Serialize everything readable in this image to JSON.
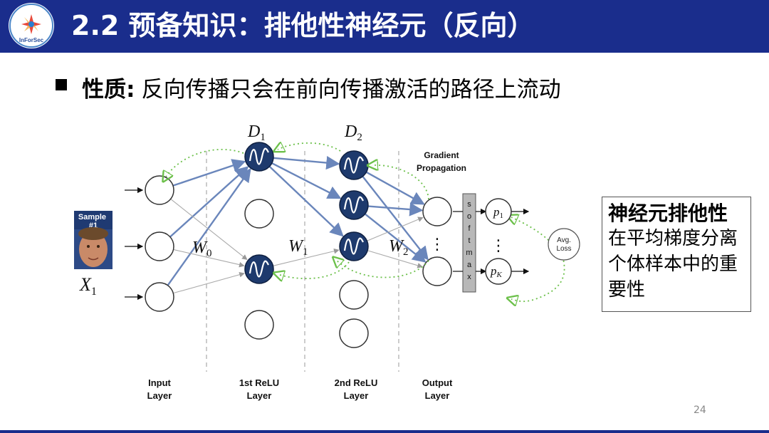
{
  "header": {
    "title": "2.2 预备知识：排他性神经元（反向）",
    "logo_text": "InForSec",
    "color": "#1a2d8c"
  },
  "bullet": {
    "label": "性质:",
    "text": "反向传播只会在前向传播激活的路径上流动"
  },
  "diagram": {
    "sample_label": "Sample #1",
    "input_label": "X",
    "input_sub": "1",
    "layer_labels": [
      [
        "Input",
        "Layer"
      ],
      [
        "1st ReLU",
        "Layer"
      ],
      [
        "2nd ReLU",
        "Layer"
      ],
      [
        "Output",
        "Layer"
      ]
    ],
    "weights": [
      {
        "name": "W",
        "sub": "0"
      },
      {
        "name": "W",
        "sub": "1"
      },
      {
        "name": "W",
        "sub": "2"
      }
    ],
    "d_labels": [
      {
        "name": "D",
        "sub": "1"
      },
      {
        "name": "D",
        "sub": "2"
      }
    ],
    "gradient_label": [
      "Gradient",
      "Propagation"
    ],
    "softmax_letters": [
      "s",
      "o",
      "f",
      "t",
      "m",
      "a",
      "x"
    ],
    "prob_labels": [
      {
        "name": "p",
        "sub": "1"
      },
      {
        "name": "p",
        "sub": "K"
      }
    ],
    "ellipsis": "⋮",
    "loss_label": [
      "Avg.",
      "Loss"
    ],
    "colors": {
      "active_edge": "#6a86bb",
      "inactive_edge": "#aaaaaa",
      "neuron_active": "#1e3a6d",
      "gradient": "#6cc04a",
      "softmax": "#b8b8b8"
    }
  },
  "side_box": {
    "title": "神经元排他性",
    "body": "在平均梯度分离个体样本中的重要性"
  },
  "page_number": "24"
}
